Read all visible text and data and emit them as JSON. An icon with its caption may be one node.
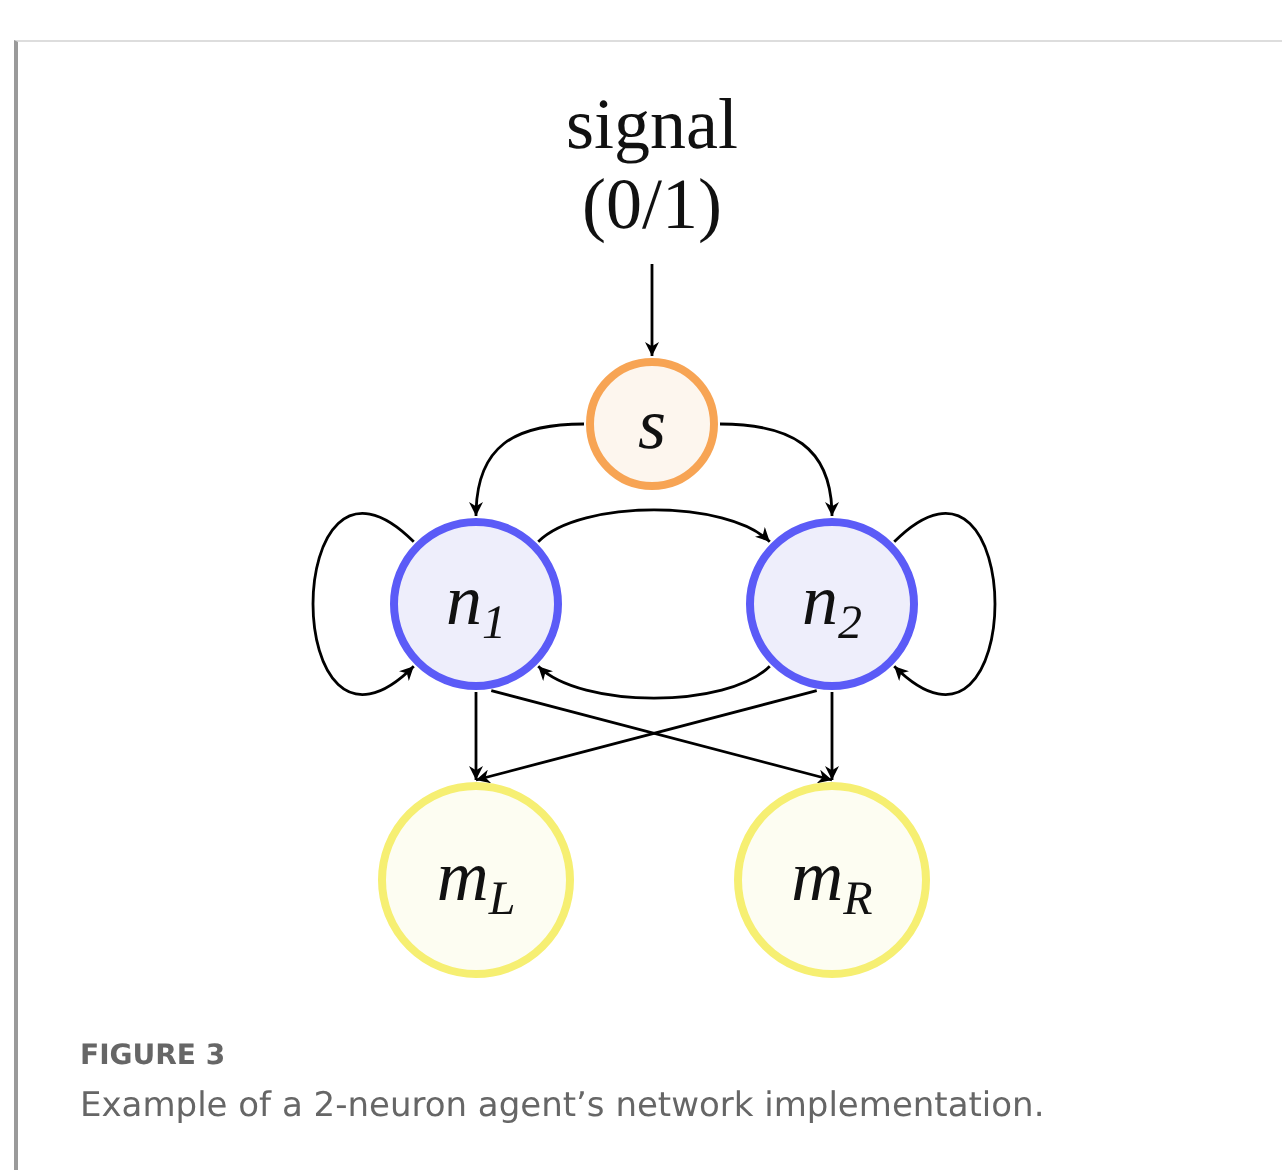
{
  "diagram": {
    "caption": "Example of a 2-neuron agent’s network implementation.",
    "nodes": [
      {
        "text": [
          "signal (0/1)"
        ]
      },
      {
        "text": [
          "s"
        ]
      },
      {
        "text": [
          "n$_{1}$"
        ]
      },
      {
        "text": [
          "n$_{2}$"
        ]
      },
      {
        "text": [
          "m$_{L}$"
        ]
      },
      {
        "text": [
          "m$_{R}$"
        ]
      }
    ],
    "edges": [
      {
        "from": 0,
        "to": 1,
        "arrow": "to"
      },
      {
        "from": 1,
        "to": 2,
        "arrow": "to"
      },
      {
        "from": 1,
        "to": 3,
        "arrow": "to"
      },
      {
        "from": 2,
        "to": 3,
        "arrow": "to"
      },
      {
        "from": 3,
        "to": 2,
        "arrow": "to"
      },
      {
        "from": 2,
        "to": 2,
        "arrow": "to"
      },
      {
        "from": 3,
        "to": 3,
        "arrow": "to"
      },
      {
        "from": 2,
        "to": 4,
        "arrow": "to"
      },
      {
        "from": 2,
        "to": 5,
        "arrow": "to"
      },
      {
        "from": 3,
        "to": 4,
        "arrow": "to"
      },
      {
        "from": 3,
        "to": 5,
        "arrow": "to"
      }
    ],
    "labels": [
      "FIGURE 3"
    ]
  }
}
